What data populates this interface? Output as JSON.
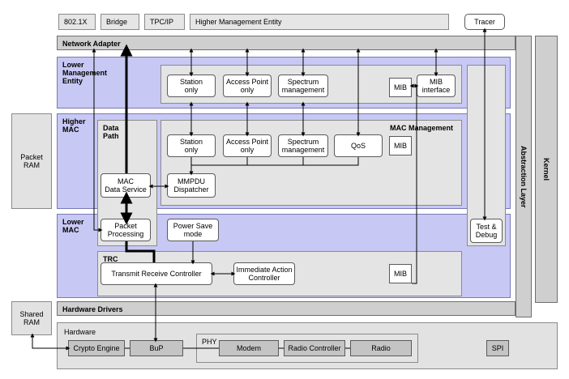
{
  "top_protocols": [
    "802.1X",
    "Bridge",
    "TPC/IP",
    "Higher Management Entity"
  ],
  "tracer": "Tracer",
  "network_adapter": "Network Adapter",
  "abstraction_layer": "Abstraction Layer",
  "kernel": "Kernel",
  "packet_ram": "Packet\nRAM",
  "shared_ram": "Shared\nRAM",
  "lme": {
    "label": "Lower\nManagement\nEntity",
    "station": "Station\nonly",
    "access_point": "Access Point\nonly",
    "spectrum": "Spectrum\nmanagement",
    "mib": "MIB",
    "mib_interface": "MIB\ninterface"
  },
  "higher_mac": {
    "label": "Higher\nMAC",
    "data_path": "Data\nPath",
    "mac_management": "MAC Management",
    "station": "Station\nonly",
    "access_point": "Access Point\nonly",
    "spectrum": "Spectrum\nmanagement",
    "qos": "QoS",
    "mib": "MIB",
    "mac_data_service": "MAC\nData Service",
    "mmpdu": "MMPDU\nDispatcher"
  },
  "lower_mac": {
    "label": "Lower\nMAC",
    "packet_processing": "Packet\nProcessing",
    "power_save": "Power Save\nmode",
    "test_debug": "Test &\nDebug",
    "trc": "TRC",
    "transmit_receive": "Transmit Receive Controller",
    "immediate_action": "Immediate Action\nController",
    "mib": "MIB"
  },
  "hardware_drivers": "Hardware Drivers",
  "hardware": {
    "label": "Hardware",
    "crypto": "Crypto Engine",
    "bup": "BuP",
    "phy": "PHY",
    "modem": "Modem",
    "radio_controller": "Radio Controller",
    "radio": "Radio",
    "spi": "SPI"
  }
}
